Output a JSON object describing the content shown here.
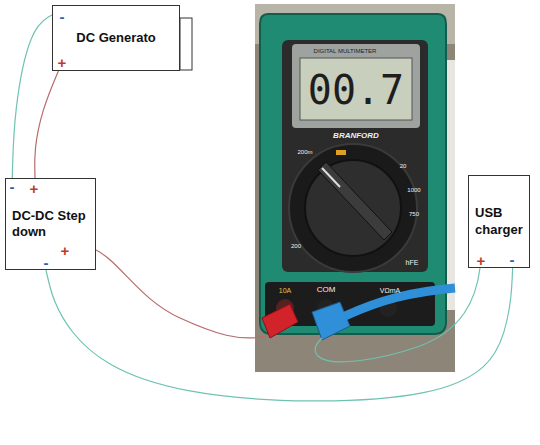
{
  "diagram": {
    "nodes": [
      {
        "text": [
          "DC Generato"
        ]
      },
      {
        "text": [
          "DC-DC Step down"
        ]
      },
      {
        "text": [
          "USB charger"
        ]
      }
    ],
    "edges": [
      {
        "from": 0,
        "to": 1,
        "arrow": "none"
      },
      {
        "from": 0,
        "to": 1,
        "arrow": "none"
      },
      {
        "from": 1,
        "to": 2,
        "arrow": "none"
      }
    ],
    "labels": [
      "-",
      "+",
      "-",
      "+",
      "-",
      "+",
      "+",
      "-",
      "DIGITAL MULTIMETER",
      "00.7",
      "BRANFORD",
      "COM",
      "10A",
      "VΩmA",
      "hFE",
      "200m",
      "20",
      "200",
      "1000",
      "750"
    ]
  }
}
